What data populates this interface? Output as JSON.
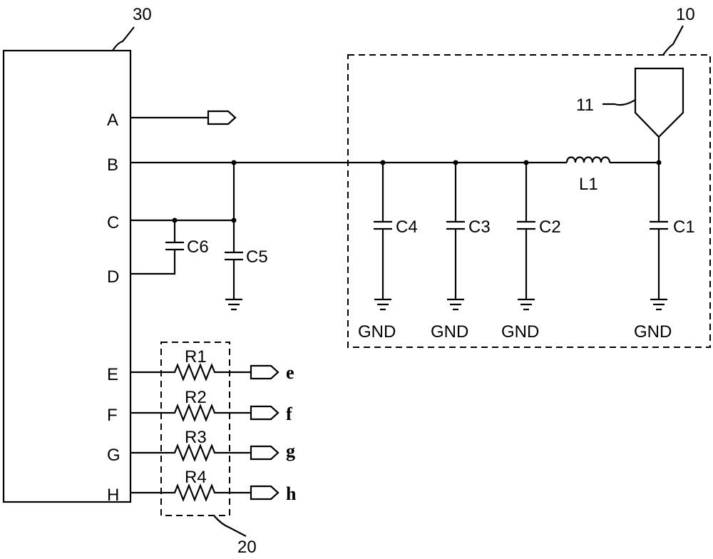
{
  "components": {
    "ic": {
      "ref": "30",
      "pins": [
        "A",
        "B",
        "C",
        "D",
        "E",
        "F",
        "G",
        "H"
      ]
    },
    "resistor_block": {
      "ref": "20",
      "resistors": [
        "R1",
        "R2",
        "R3",
        "R4"
      ]
    },
    "filter_block": {
      "ref": "10"
    },
    "antenna": {
      "ref": "11"
    },
    "inductor": "L1",
    "capacitors": {
      "c1": "C1",
      "c2": "C2",
      "c3": "C3",
      "c4": "C4",
      "c5": "C5",
      "c6": "C6"
    },
    "ground_label": "GND",
    "outputs": [
      "e",
      "f",
      "g",
      "h"
    ]
  }
}
